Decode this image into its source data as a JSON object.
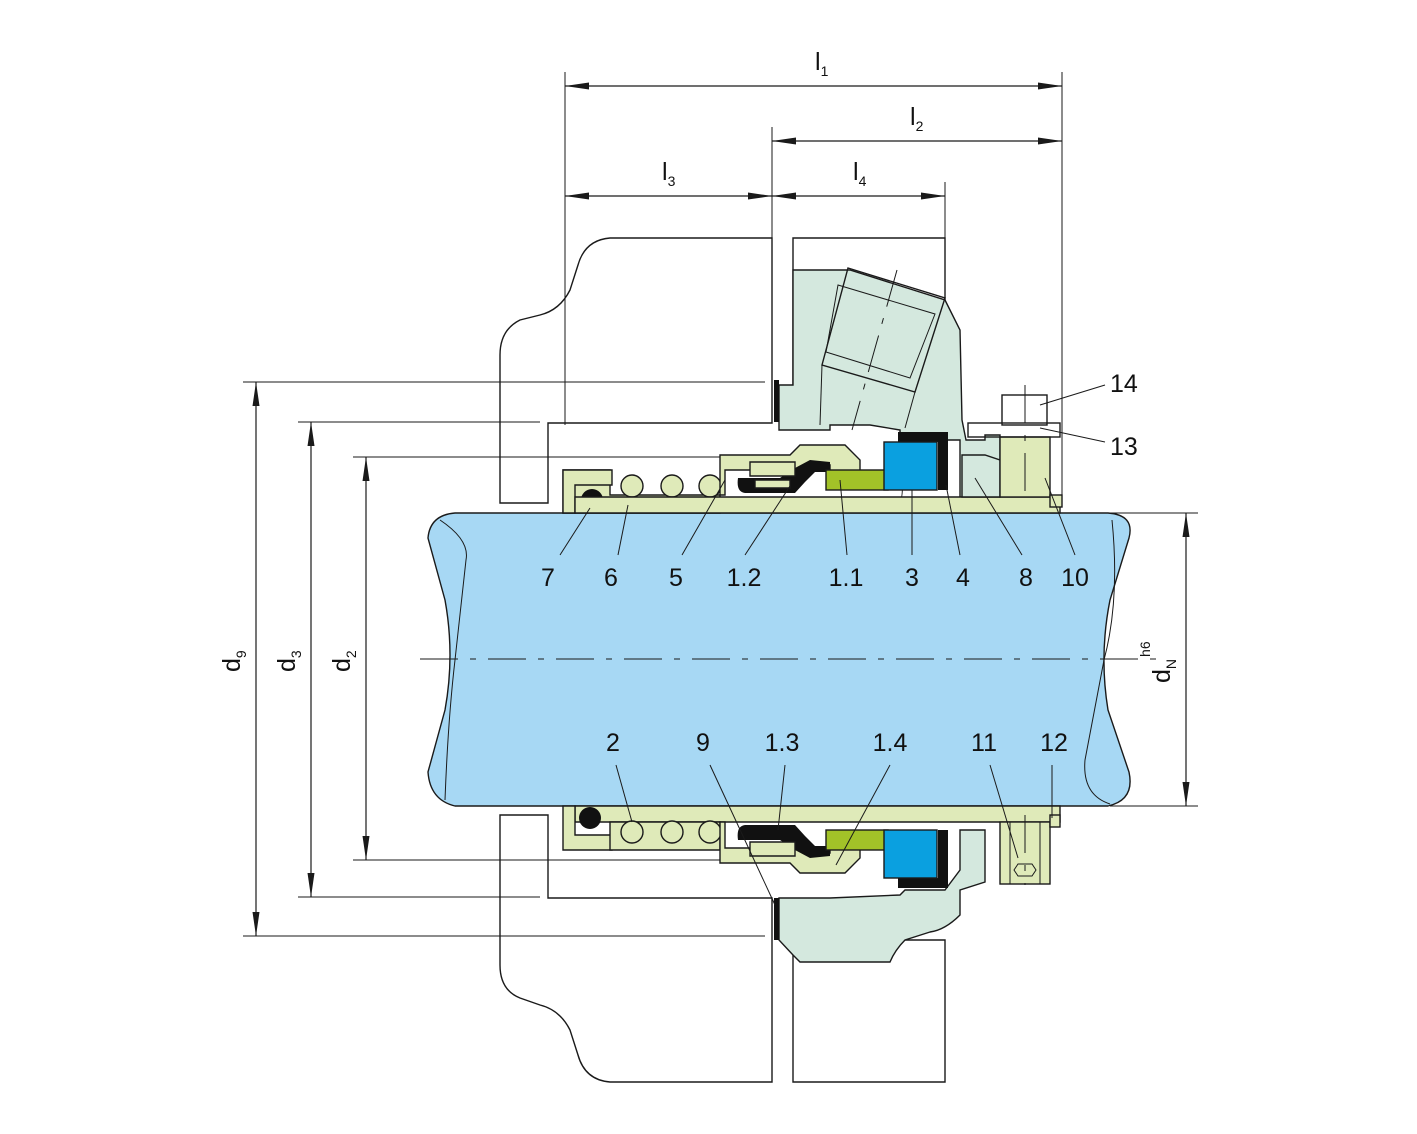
{
  "colors": {
    "shaft": "#a7d8f4",
    "gland": "#d4e8de",
    "seal_parts": "#dfeab9",
    "seat": "#0aa0e0",
    "face": "#a2c228",
    "elastomer": "#111111",
    "line": "#1a1a1a"
  },
  "dimensions": {
    "l1": {
      "main": "l",
      "sub": "1"
    },
    "l2": {
      "main": "l",
      "sub": "2"
    },
    "l3": {
      "main": "l",
      "sub": "3"
    },
    "l4": {
      "main": "l",
      "sub": "4"
    },
    "d9": {
      "main": "d",
      "sub": "9"
    },
    "d3": {
      "main": "d",
      "sub": "3"
    },
    "d2": {
      "main": "d",
      "sub": "2"
    },
    "dN": {
      "main": "d",
      "sub": "N",
      "sup": "h6"
    }
  },
  "labels_upper": [
    {
      "id": "7",
      "text": "7"
    },
    {
      "id": "6",
      "text": "6"
    },
    {
      "id": "5",
      "text": "5"
    },
    {
      "id": "1_2",
      "text": "1.2"
    },
    {
      "id": "1_1",
      "text": "1.1"
    },
    {
      "id": "3",
      "text": "3"
    },
    {
      "id": "4",
      "text": "4"
    },
    {
      "id": "8",
      "text": "8"
    },
    {
      "id": "10",
      "text": "10"
    }
  ],
  "labels_lower": [
    {
      "id": "2",
      "text": "2"
    },
    {
      "id": "9",
      "text": "9"
    },
    {
      "id": "1_3",
      "text": "1.3"
    },
    {
      "id": "1_4",
      "text": "1.4"
    },
    {
      "id": "11",
      "text": "11"
    },
    {
      "id": "12",
      "text": "12"
    }
  ],
  "labels_side": [
    {
      "id": "14",
      "text": "14"
    },
    {
      "id": "13",
      "text": "13"
    }
  ]
}
